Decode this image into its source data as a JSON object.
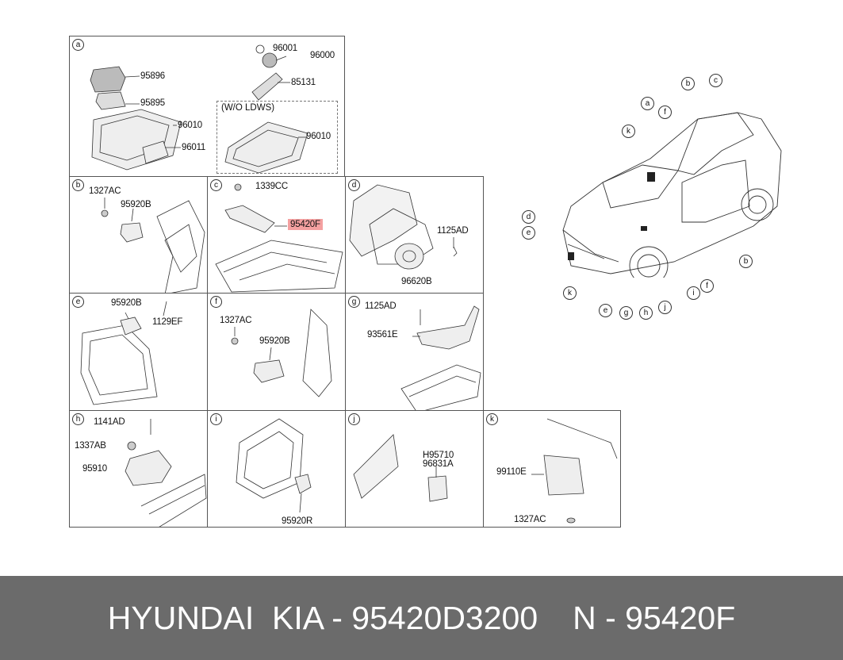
{
  "panels": {
    "a": {
      "letter": "a",
      "labels": [
        "95896",
        "95895",
        "96010",
        "96011",
        "96001",
        "96000",
        "85131",
        "96010"
      ],
      "wo_ldws": "(W/O LDWS)"
    },
    "b": {
      "letter": "b",
      "labels": [
        "1327AC",
        "95920B"
      ]
    },
    "c": {
      "letter": "c",
      "labels": [
        "1339CC",
        "95420F"
      ]
    },
    "d": {
      "letter": "d",
      "labels": [
        "1125AD",
        "96620B"
      ]
    },
    "e": {
      "letter": "e",
      "labels": [
        "95920B",
        "1129EF"
      ]
    },
    "f": {
      "letter": "f",
      "labels": [
        "1327AC",
        "95920B"
      ]
    },
    "g": {
      "letter": "g",
      "labels": [
        "1125AD",
        "93561E"
      ]
    },
    "h": {
      "letter": "h",
      "labels": [
        "1141AD",
        "1337AB",
        "95910"
      ]
    },
    "i": {
      "letter": "i",
      "labels": [
        "95920R"
      ]
    },
    "j": {
      "letter": "j",
      "labels": [
        "H95710",
        "96831A"
      ]
    },
    "k": {
      "letter": "k",
      "labels": [
        "99110E",
        "1327AC"
      ]
    }
  },
  "car_callouts": [
    "b",
    "c",
    "a",
    "f",
    "k",
    "d",
    "e",
    "k",
    "e",
    "g",
    "h",
    "j",
    "i",
    "f",
    "b"
  ],
  "footer": {
    "brand": "HYUNDAI  KIA - 95420D3200",
    "ref": "N - 95420F"
  },
  "colors": {
    "highlight": "#f4a0a0",
    "footer_bg": "#6b6b6b"
  }
}
